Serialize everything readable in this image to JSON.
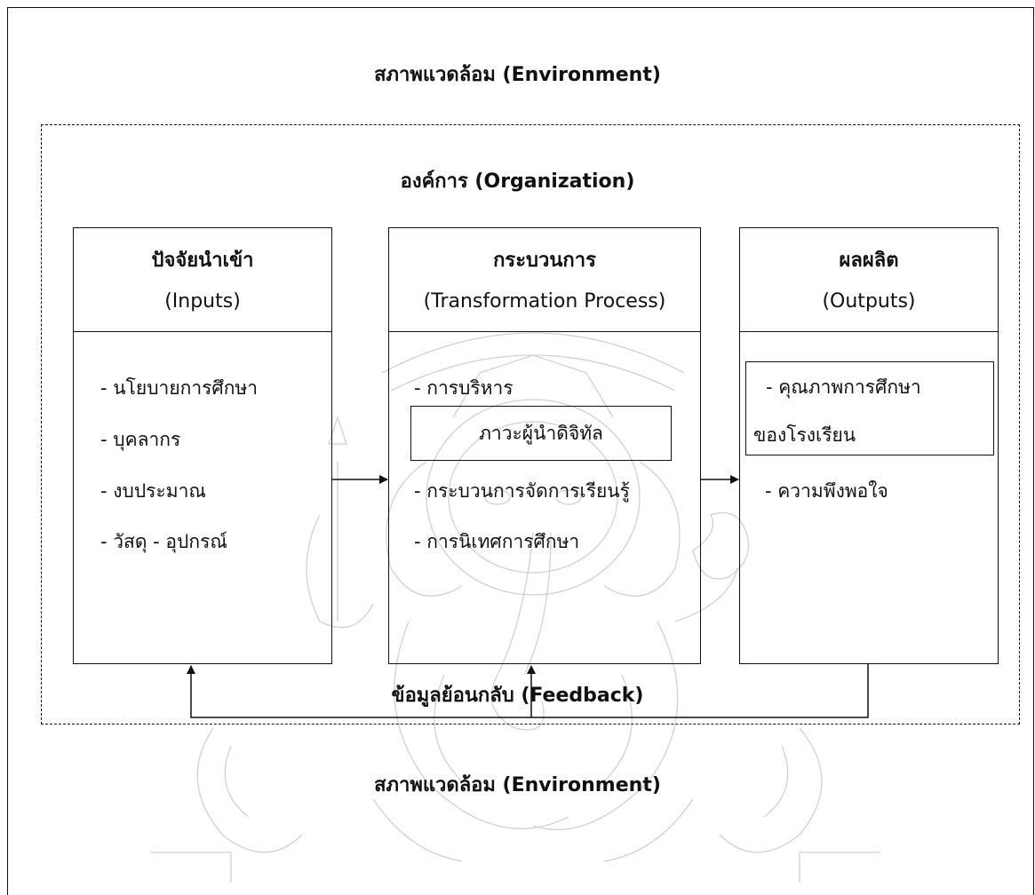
{
  "environment_top": "สภาพแวดล้อม (Environment)",
  "organization": "องค์การ (Organization)",
  "boxes": {
    "inputs": {
      "title": "ปัจจัยนำเข้า",
      "subtitle": "(Inputs)",
      "items": [
        "- นโยบายการศึกษา",
        "- บุคลากร",
        "- งบประมาณ",
        "- วัสดุ - อุปกรณ์"
      ]
    },
    "process": {
      "title": "กระบวนการ",
      "subtitle": "(Transformation Process)",
      "items": [
        "- การบริหาร",
        "ภาวะผู้นำดิจิทัล",
        "- กระบวนการจัดการเรียนรู้",
        "- การนิเทศการศึกษา"
      ]
    },
    "outputs": {
      "title": "ผลผลิต",
      "subtitle": "(Outputs)",
      "items": [
        "- คุณภาพการศึกษา",
        "ของโรงเรียน",
        "- ความพึงพอใจ"
      ]
    }
  },
  "feedback": "ข้อมูลย้อนกลับ (Feedback)",
  "environment_bottom": "สภาพแวดล้อม (Environment)"
}
